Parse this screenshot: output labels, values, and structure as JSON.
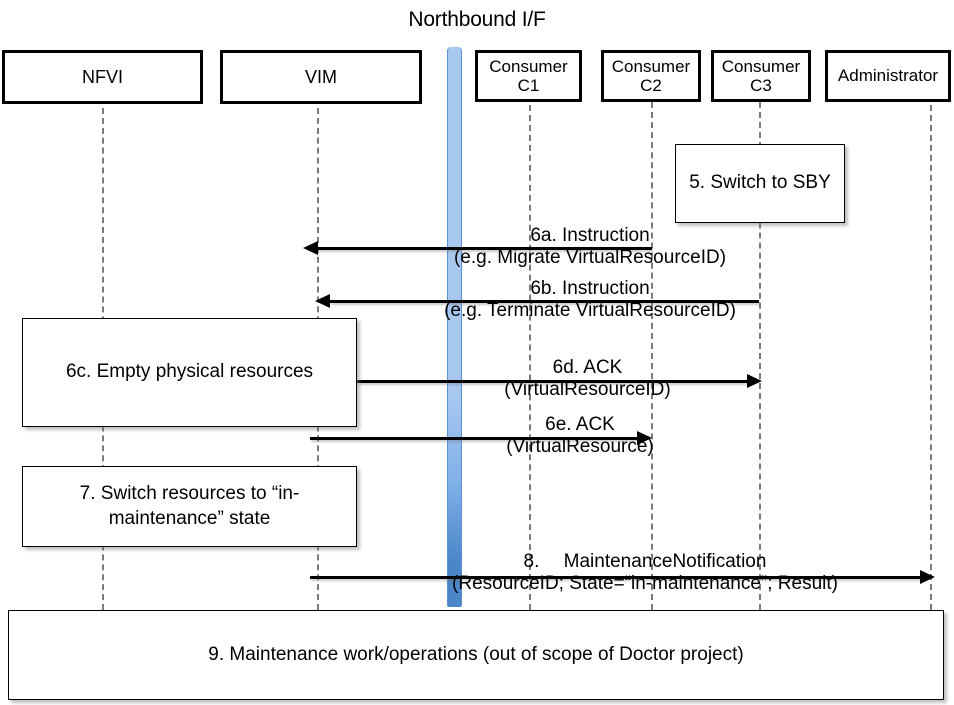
{
  "diagram": {
    "title": "Northbound I/F",
    "type": "sequence-diagram"
  },
  "actors": [
    {
      "id": "nfvi",
      "label": "NFVI",
      "label2": ""
    },
    {
      "id": "vim",
      "label": "VIM",
      "label2": ""
    },
    {
      "id": "consumer-c1",
      "label": "Consumer",
      "label2": "C1"
    },
    {
      "id": "consumer-c2",
      "label": "Consumer",
      "label2": "C2"
    },
    {
      "id": "consumer-c3",
      "label": "Consumer",
      "label2": "C3"
    },
    {
      "id": "administrator",
      "label": "Administrator",
      "label2": ""
    }
  ],
  "notes": {
    "switch_sby": {
      "line1": "5. Switch to",
      "line2": "SBY"
    },
    "empty_phys": {
      "line1": "6c. Empty physical resources",
      "line2": ""
    },
    "switch_res": {
      "line1": "7. Switch resources to",
      "line2": "“in-maintenance” state"
    },
    "maint_work": {
      "line1": "9. Maintenance work/operations",
      "line2": "(out of scope of Doctor project)"
    }
  },
  "messages": [
    {
      "id": "6a",
      "line1": "6a. Instruction",
      "line2": "(e.g. Migrate VirtualResourceID)",
      "from": "consumer-c2",
      "to": "vim",
      "direction": "left"
    },
    {
      "id": "6b",
      "line1": "6b. Instruction",
      "line2": "(e.g. Terminate VirtualResourceID)",
      "from": "consumer-c3",
      "to": "vim",
      "direction": "left"
    },
    {
      "id": "6d",
      "line1": "6d. ACK",
      "line2": "(VirtualResourceID)",
      "from": "vim",
      "to": "consumer-c3",
      "direction": "right"
    },
    {
      "id": "6e",
      "line1": "6e. ACK",
      "line2": "(VirtualResource)",
      "from": "vim",
      "to": "consumer-c2",
      "direction": "right"
    },
    {
      "id": "8",
      "line1": "8.  MaintenanceNotification",
      "line2": "(ResourceID; State=“in-maintenance”; Result)",
      "from": "vim",
      "to": "administrator",
      "direction": "right"
    }
  ],
  "colors": {
    "northbound_bar_top": "#a8c8f0",
    "northbound_bar_bottom": "#4a86c8",
    "line": "#000000",
    "lifeline": "#7a7a7a",
    "background": "#ffffff"
  }
}
